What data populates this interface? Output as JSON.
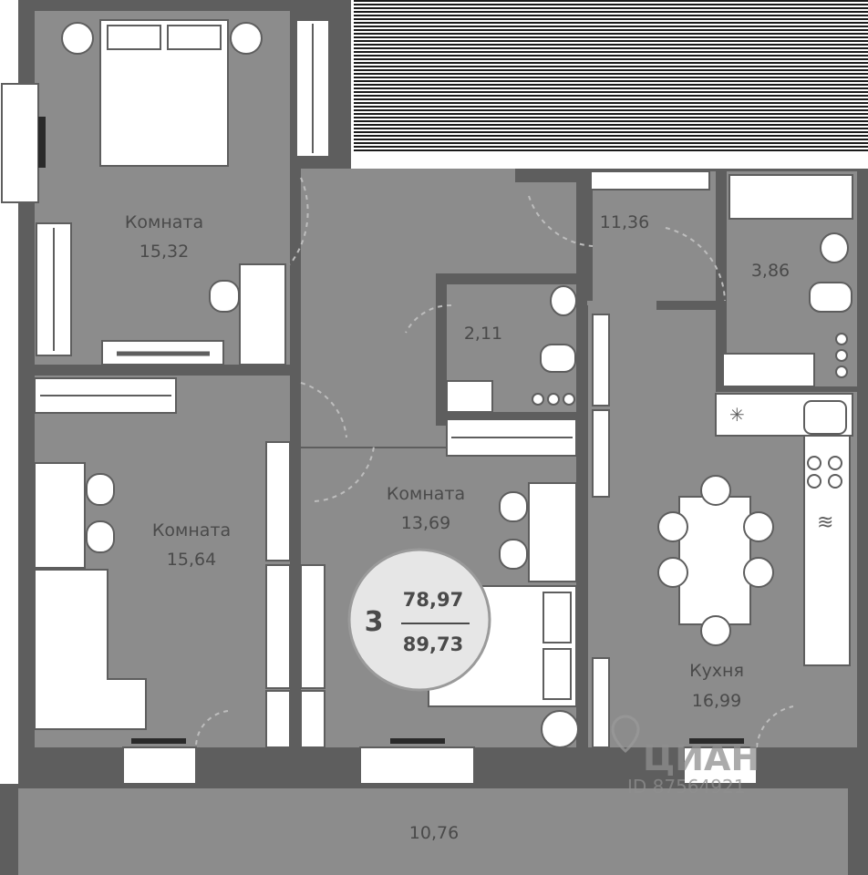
{
  "rooms": {
    "bedroom_top": {
      "name": "Комната",
      "area": "15,32"
    },
    "hall": {
      "area": "11,36"
    },
    "bath_large": {
      "area": "3,86"
    },
    "wc_small": {
      "area": "2,11"
    },
    "room_middle": {
      "name": "Комната",
      "area": "13,69"
    },
    "room_left": {
      "name": "Комната",
      "area": "15,64"
    },
    "kitchen": {
      "name": "Кухня",
      "area": "16,99"
    },
    "balcony": {
      "area": "10,76"
    }
  },
  "badge": {
    "rooms_count": "3",
    "living_area": "78,97",
    "total_area": "89,73"
  },
  "watermark": {
    "brand": "ЦИАН",
    "listing_id": "ID 87564921"
  },
  "colors": {
    "floor": "#8c8c8c",
    "wall": "#5e5e5e",
    "furniture": "#ffffff",
    "badge_bg": "#e6e6e6",
    "text": "#4a4a4a"
  }
}
